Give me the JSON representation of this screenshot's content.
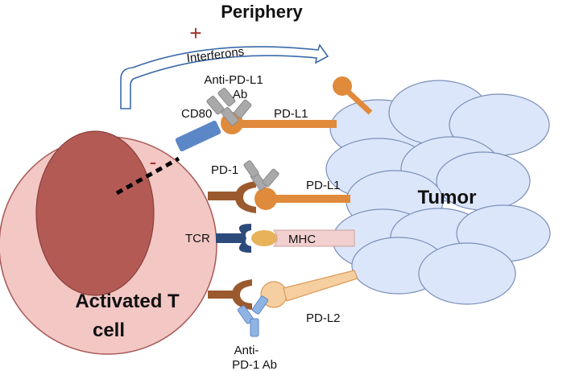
{
  "title": "Periphery",
  "interferons": {
    "sign": "+",
    "label": "Interferons"
  },
  "labels": {
    "anti_pdl1_ab_line1": "Anti-PD-L1",
    "anti_pdl1_ab_line2": "Ab",
    "cd80": "CD80",
    "pdl1_top": "PD-L1",
    "minus_sign": "-",
    "pd1": "PD-1",
    "pdl1_mid": "PD-L1",
    "tcr": "TCR",
    "mhc": "MHC",
    "pdl2": "PD-L2",
    "anti_pd1_ab_line1": "Anti-",
    "anti_pd1_ab_line2": "PD-1 Ab"
  },
  "tumor": {
    "label": "Tumor"
  },
  "tcell": {
    "label_line1": "Activated T",
    "label_line2": "cell"
  },
  "colors": {
    "tcell_fill": "#f2c7c4",
    "nucleus_fill": "#b45a55",
    "tumor_fill": "#dce6fa",
    "pdl1_orange": "#e08a3c",
    "pd1_brown": "#9b5a2e",
    "cd80_blue": "#5b87c7",
    "tcr_navy": "#2c4a7a",
    "antibody_gray": "#a9a9a9",
    "anti_pd1_blue": "#8fb4e3",
    "pdl2_peach": "#f6cfa0",
    "interferon_arrow": "#3a6aa8",
    "sign_red": "#a0322a"
  }
}
